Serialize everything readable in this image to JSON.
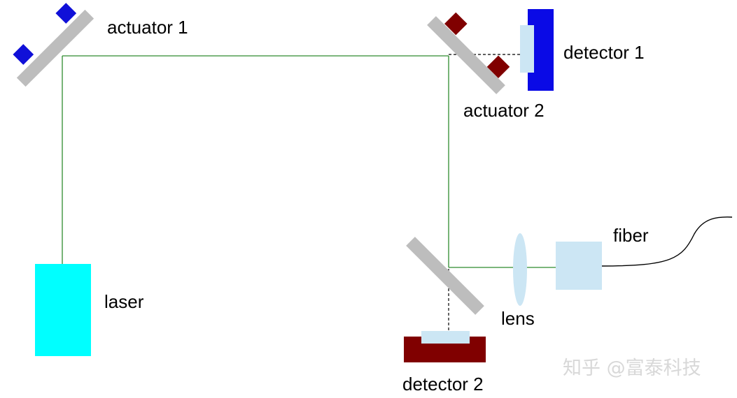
{
  "labels": {
    "actuator1": "actuator 1",
    "actuator2": "actuator 2",
    "detector1": "detector 1",
    "detector2": "detector 2",
    "laser": "laser",
    "lens": "lens",
    "fiber": "fiber"
  },
  "watermark": "知乎 @富泰科技",
  "colors": {
    "beam": "#2e8b2e",
    "mirror": "#bdbdbd",
    "actuator1_blocks": "#1010d8",
    "actuator2_blocks": "#800000",
    "detector1_body": "#0a0ae6",
    "detector2_body": "#800000",
    "sensor": "#cce6f4",
    "laser": "#00ffff",
    "lens": "#cce6f4",
    "fiber_coupler": "#cce6f4"
  }
}
